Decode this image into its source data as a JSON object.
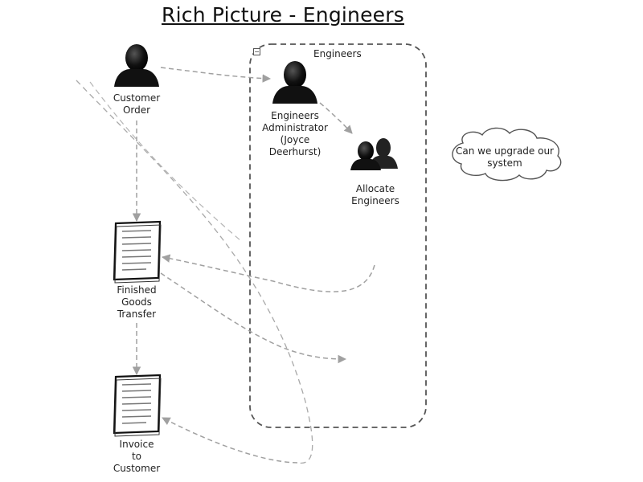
{
  "title": "Rich Picture - Engineers",
  "group": {
    "label": "Engineers",
    "collapse_glyph": "−"
  },
  "nodes": {
    "customer_order": "Customer\nOrder",
    "engineers_admin": "Engineers\nAdministrator\n(Joyce\nDeerhurst)",
    "allocate_engineers": "Allocate\nEngineers",
    "finished_goods": "Finished\nGoods\nTransfer",
    "invoice": "Invoice\nto\nCustomer"
  },
  "cloud": {
    "text": "Can we upgrade our\nsystem"
  },
  "icons": {
    "person": "person-icon",
    "group": "group-icon",
    "document": "document-icon",
    "cloud": "thought-cloud-icon"
  },
  "colors": {
    "line": "#a0a0a0",
    "figure": "#111111",
    "border": "#555555"
  }
}
